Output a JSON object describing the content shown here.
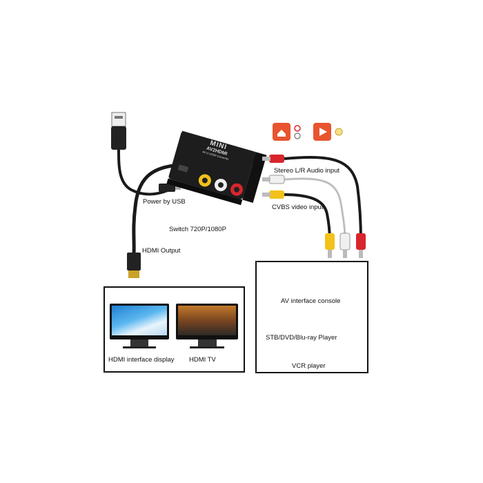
{
  "adapter": {
    "brand": "MINI",
    "model": "AV2HDMI",
    "tagline": "AV to HDMI Converter"
  },
  "labels": {
    "power": "Power by USB",
    "switch": "Switch 720P/1080P",
    "hdmi_out": "HDMI Output",
    "stereo": "Stereo L/R Audio input",
    "cvbs": "CVBS video input"
  },
  "sources": {
    "console": "AV interface console",
    "stb": "STB/DVD/Blu-ray Player",
    "vcr": "VCR player"
  },
  "displays": {
    "monitor": "HDMI interface display",
    "tv": "HDMI TV"
  },
  "colors": {
    "audio_icon": "#e8542f",
    "video_icon": "#e8542f",
    "cable_red": "#d8252d",
    "cable_white": "#e8e8e8",
    "cable_yellow": "#f2c21a",
    "cable_black": "#1a1a1a",
    "hdmi_gold": "#c9a227"
  },
  "icons": [
    "speaker-icon",
    "play-icon"
  ]
}
